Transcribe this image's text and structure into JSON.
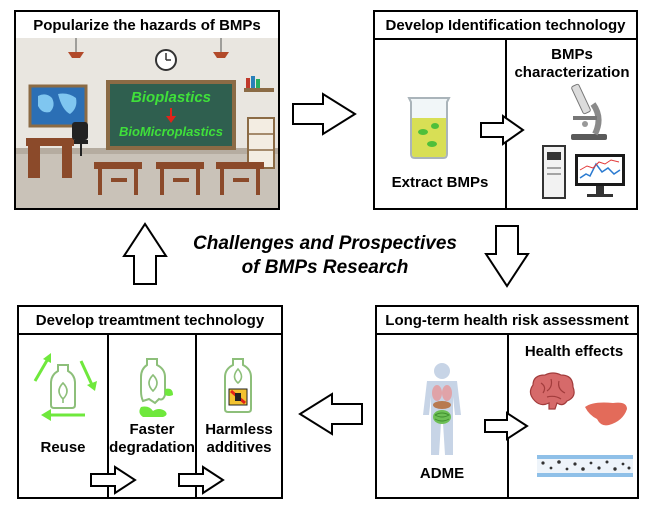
{
  "center_title": {
    "line1": "Challenges and Prospectives",
    "line2": "of BMPs Research"
  },
  "panels": {
    "popularize": {
      "title": "Popularize the hazards of BMPs",
      "board_top": "Bioplastics",
      "board_bottom": "BioMicroplastics",
      "colors": {
        "board": "#2f5f4f",
        "text": "#3fe03a",
        "arrow": "#e2231a"
      }
    },
    "identify": {
      "title": "Develop Identification technology",
      "extract": "Extract BMPs",
      "characterization": "BMPs characterization"
    },
    "treatment": {
      "title": "Develop treamtment technology",
      "reuse": "Reuse",
      "faster": "Faster degradation",
      "harmless": "Harmless additives"
    },
    "health": {
      "title": "Long-term health risk assessment",
      "adme": "ADME",
      "effects": "Health effects"
    }
  },
  "icons": [
    "classroom-image",
    "beaker-icon",
    "microscope-icon",
    "instrument-icon",
    "recycle-bottle-icon",
    "degrading-bottle-icon",
    "no-additive-bottle-icon",
    "human-body-icon",
    "brain-icon",
    "liver-icon",
    "intestine-icon"
  ]
}
